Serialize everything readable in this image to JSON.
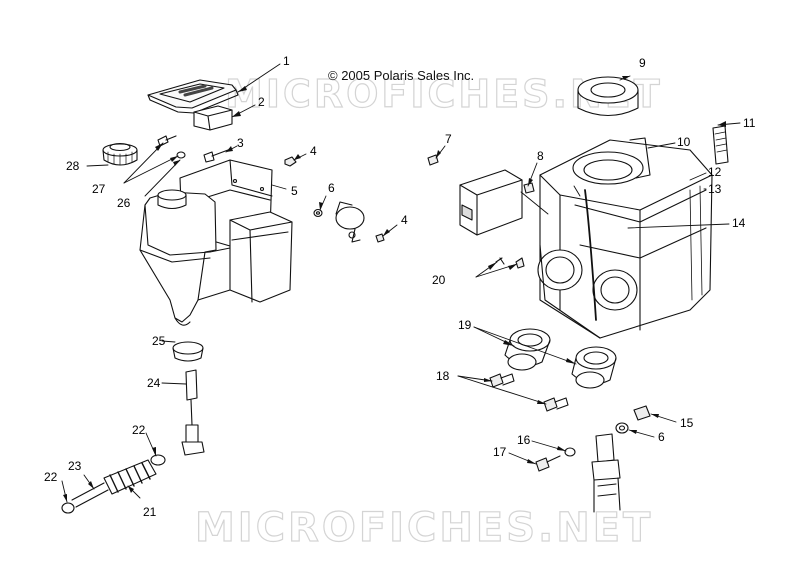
{
  "copyright": "© 2005 Polaris Sales Inc.",
  "watermark": "MICROFICHES.NET",
  "callouts": [
    {
      "id": "c1",
      "text": "1"
    },
    {
      "id": "c2",
      "text": "2"
    },
    {
      "id": "c3",
      "text": "3"
    },
    {
      "id": "c4a",
      "text": "4"
    },
    {
      "id": "c4b",
      "text": "4"
    },
    {
      "id": "c5",
      "text": "5"
    },
    {
      "id": "c6a",
      "text": "6"
    },
    {
      "id": "c6b",
      "text": "6"
    },
    {
      "id": "c7",
      "text": "7"
    },
    {
      "id": "c8",
      "text": "8"
    },
    {
      "id": "c9",
      "text": "9"
    },
    {
      "id": "c10",
      "text": "10"
    },
    {
      "id": "c11",
      "text": "11"
    },
    {
      "id": "c12",
      "text": "12"
    },
    {
      "id": "c13",
      "text": "13"
    },
    {
      "id": "c14",
      "text": "14"
    },
    {
      "id": "c15",
      "text": "15"
    },
    {
      "id": "c16",
      "text": "16"
    },
    {
      "id": "c17",
      "text": "17"
    },
    {
      "id": "c18",
      "text": "18"
    },
    {
      "id": "c19",
      "text": "19"
    },
    {
      "id": "c20",
      "text": "20"
    },
    {
      "id": "c21",
      "text": "21"
    },
    {
      "id": "c22a",
      "text": "22"
    },
    {
      "id": "c22b",
      "text": "22"
    },
    {
      "id": "c23",
      "text": "23"
    },
    {
      "id": "c24",
      "text": "24"
    },
    {
      "id": "c25",
      "text": "25"
    },
    {
      "id": "c26",
      "text": "26"
    },
    {
      "id": "c27",
      "text": "27"
    },
    {
      "id": "c28",
      "text": "28"
    }
  ]
}
